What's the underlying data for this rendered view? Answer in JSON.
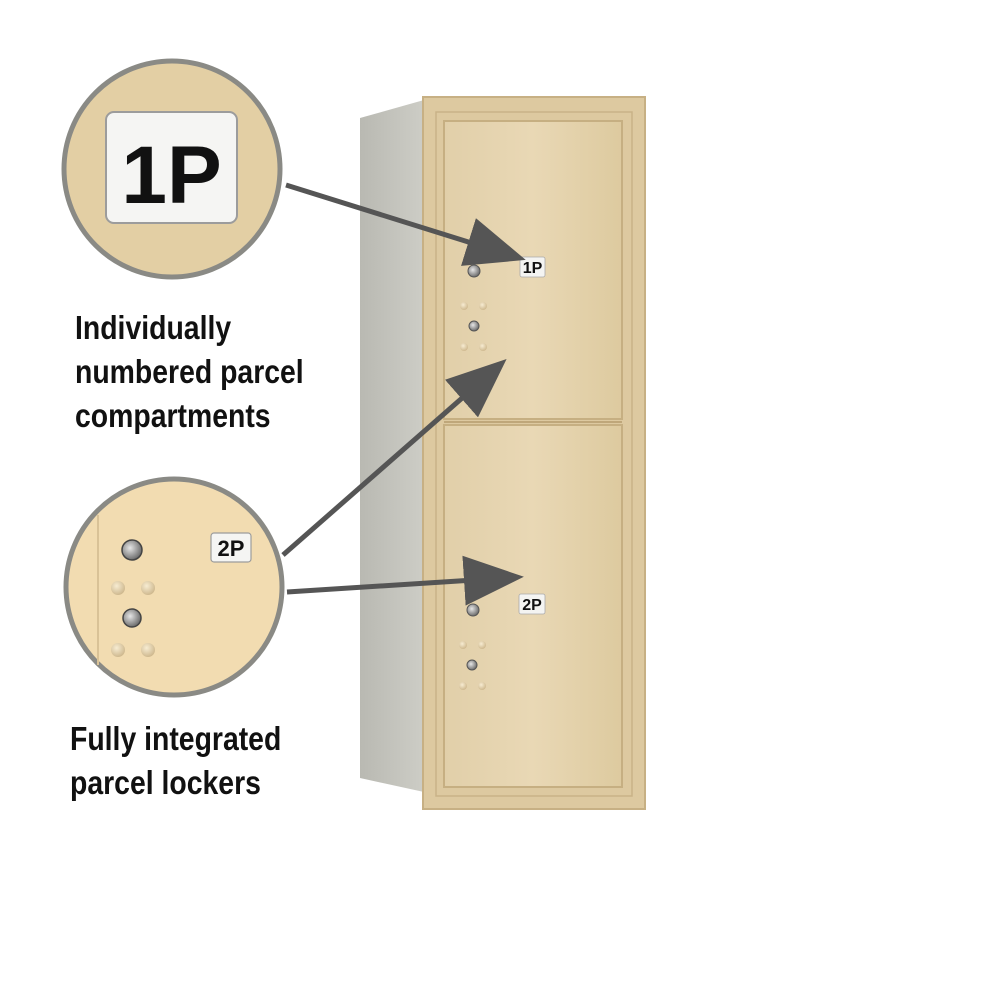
{
  "labels": {
    "upper_compartment": "1P",
    "lower_compartment": "2P"
  },
  "callouts": {
    "numbered_compartments": {
      "lines": [
        "Individually",
        "numbered parcel",
        "compartments"
      ]
    },
    "integrated_lockers": {
      "lines": [
        "Fully integrated",
        "parcel lockers"
      ]
    }
  },
  "colors": {
    "sandstone": "#e4d3ae",
    "sandstone_frame": "#ddc9a0",
    "sandstone_shadow": "#cdb78d",
    "side_panel": "#c3c3bc",
    "circle_border": "#8a8a85",
    "arrow": "#555555",
    "text": "#111111"
  },
  "icons": {
    "pointer": "arrow-icon",
    "lock": "keyhole-lock-icon"
  }
}
